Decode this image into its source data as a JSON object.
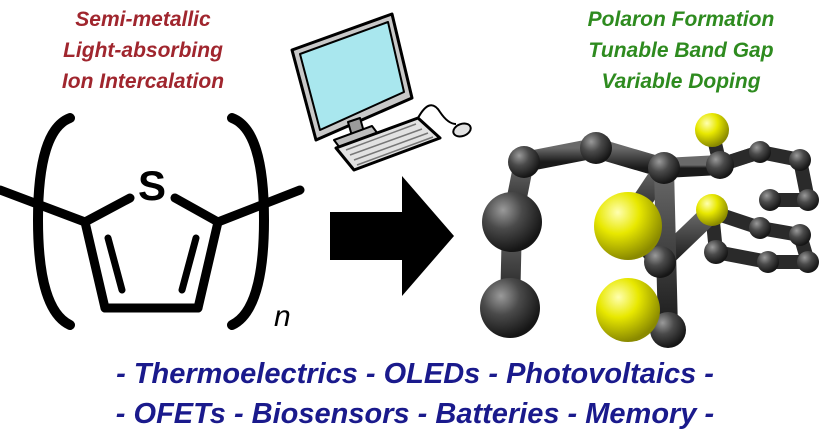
{
  "colors": {
    "left_text": "#a0262e",
    "right_text": "#2e8b1f",
    "bottom_text": "#1a1a8c",
    "carbon": "#3a3a3a",
    "sulfur": "#e6e600",
    "screen": "#a9e7ee"
  },
  "left_properties": [
    "Semi-metallic",
    "Light-absorbing",
    "Ion Intercalation"
  ],
  "right_properties": [
    "Polaron Formation",
    "Tunable Band Gap",
    "Variable Doping"
  ],
  "structure": {
    "atom_label": "S",
    "subscript": "n"
  },
  "icons": [
    "computer-icon",
    "arrow-right-icon"
  ],
  "applications": {
    "line1": "- Thermoelectrics - OLEDs - Photovoltaics -",
    "line2": "- OFETs - Biosensors - Batteries - Memory -"
  }
}
